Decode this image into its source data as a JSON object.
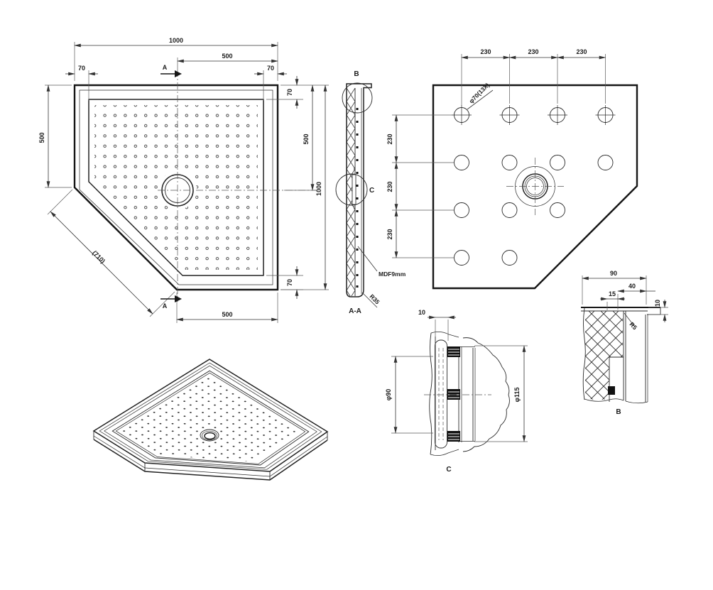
{
  "plan_view": {
    "section_marker": "A",
    "dim_total_width": "1000",
    "dim_half_width_top": "500",
    "dim_rim_left": "70",
    "dim_rim_right": "70",
    "dim_rim_top_right": "70",
    "dim_half_height_right": "500",
    "dim_total_height": "1000",
    "dim_half_height_left": "500",
    "dim_chamfer": "(710)",
    "dim_half_width_bottom": "500",
    "dim_rim_bottom_right": "70"
  },
  "section_view": {
    "title": "A-A",
    "detail_b_label": "B",
    "detail_c_label": "C",
    "material_note": "MDF9mm",
    "corner_radius": "R35"
  },
  "bottom_view": {
    "top_dims": [
      "230",
      "230",
      "230"
    ],
    "side_dims": [
      "230",
      "230",
      "230"
    ],
    "hole_callout": "φ70(13X)"
  },
  "detail_c": {
    "title": "C",
    "dim_offset": "10",
    "dim_inner_diameter": "φ90",
    "dim_outer_diameter": "φ115"
  },
  "detail_b": {
    "title": "B",
    "dim_width": "90",
    "dim_step": "40",
    "dim_leg": "15",
    "dim_lip": "10",
    "corner_radius": "R5"
  }
}
